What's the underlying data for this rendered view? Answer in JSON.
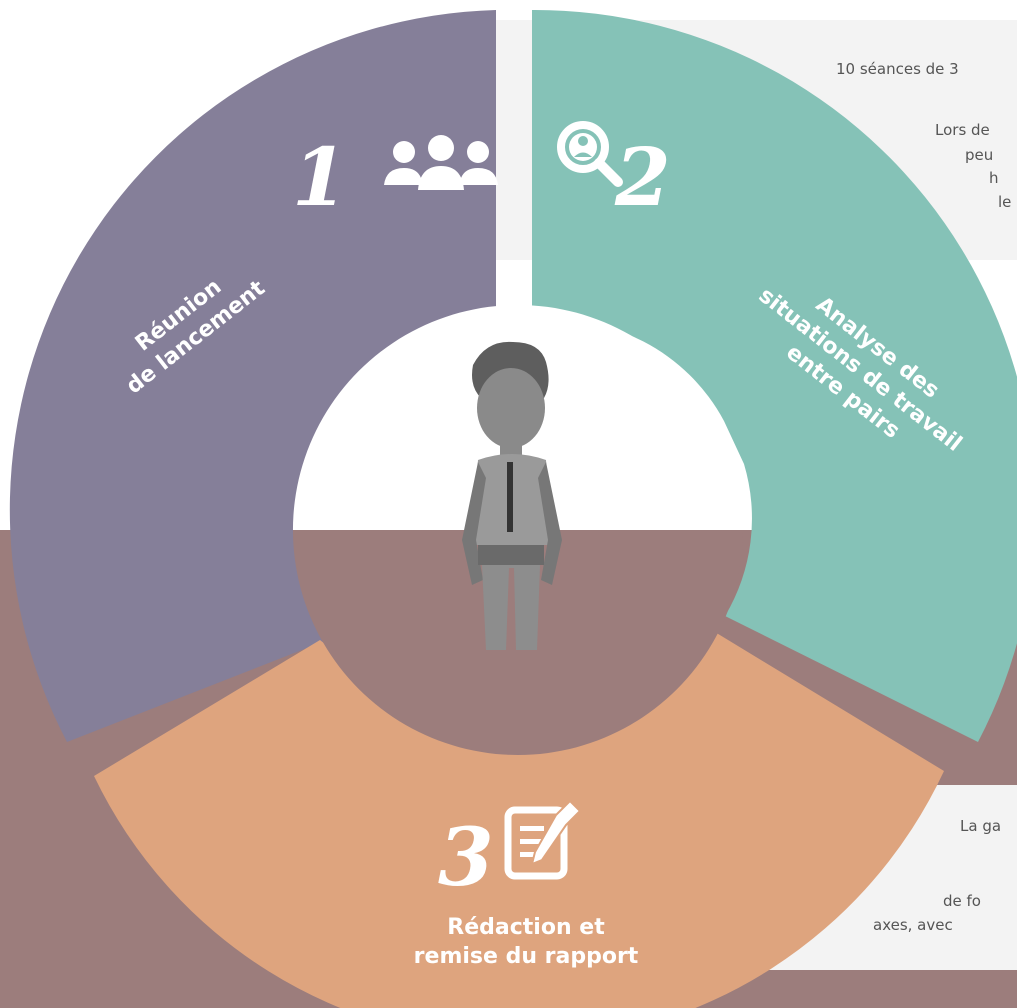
{
  "steps": [
    {
      "number": "1",
      "label_line1": "Réunion",
      "label_line2": "de lancement",
      "icon": "group-people-icon"
    },
    {
      "number": "2",
      "label_line1": "Analyse des",
      "label_line2": "situations de travail",
      "label_line3": "entre pairs",
      "icon": "search-user-icon"
    },
    {
      "number": "3",
      "label_line1": "Rédaction et",
      "label_line2": "remise du rapport",
      "icon": "edit-document-icon"
    }
  ],
  "callout_top": {
    "line1": "10 séances de 3",
    "line2": "Lors de",
    "line3": "peu",
    "line4": "h",
    "line5": "le"
  },
  "callout_bottom": {
    "line1": "La ga",
    "line2": "de fo",
    "line3": "axes, avec"
  },
  "colors": {
    "step1": "#857f99",
    "step2": "#85c2b7",
    "step3": "#dea47e",
    "bottom_band": "#9c7d7c",
    "callout_bg": "#f3f3f3",
    "hub": "#ffffff"
  }
}
